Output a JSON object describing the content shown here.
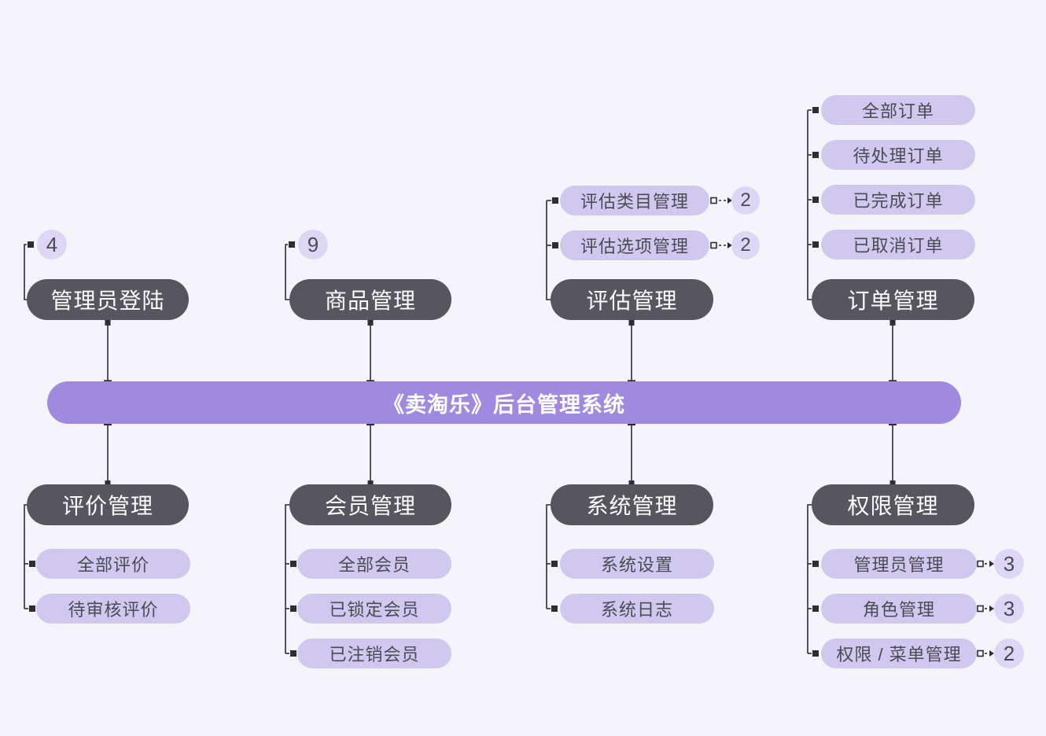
{
  "root": {
    "label": "《卖淘乐》后台管理系统"
  },
  "groups": {
    "admin_login": {
      "label": "管理员登陆",
      "badge": "4"
    },
    "product": {
      "label": "商品管理",
      "badge": "9"
    },
    "evaluation": {
      "label": "评估管理",
      "children": [
        {
          "label": "评估类目管理",
          "badge": "2"
        },
        {
          "label": "评估选项管理",
          "badge": "2"
        }
      ]
    },
    "order": {
      "label": "订单管理",
      "children": [
        {
          "label": "全部订单"
        },
        {
          "label": "待处理订单"
        },
        {
          "label": "已完成订单"
        },
        {
          "label": "已取消订单"
        }
      ]
    },
    "review": {
      "label": "评价管理",
      "children": [
        {
          "label": "全部评价"
        },
        {
          "label": "待审核评价"
        }
      ]
    },
    "member": {
      "label": "会员管理",
      "children": [
        {
          "label": "全部会员"
        },
        {
          "label": "已锁定会员"
        },
        {
          "label": "已注销会员"
        }
      ]
    },
    "system": {
      "label": "系统管理",
      "children": [
        {
          "label": "系统设置"
        },
        {
          "label": "系统日志"
        }
      ]
    },
    "permission": {
      "label": "权限管理",
      "children": [
        {
          "label": "管理员管理",
          "badge": "3"
        },
        {
          "label": "角色管理",
          "badge": "3"
        },
        {
          "label": "权限 / 菜单管理",
          "badge": "2"
        }
      ]
    }
  },
  "colors": {
    "background": "#f5f4fa",
    "root_bar": "#a08ae0",
    "node_dark": "#57555e",
    "child_pill": "#d0c8ee",
    "badge_circle": "#ddd6f4",
    "text_light": "#ffffff",
    "text_dark": "#4c4a54",
    "connector": "#2e2d33"
  }
}
